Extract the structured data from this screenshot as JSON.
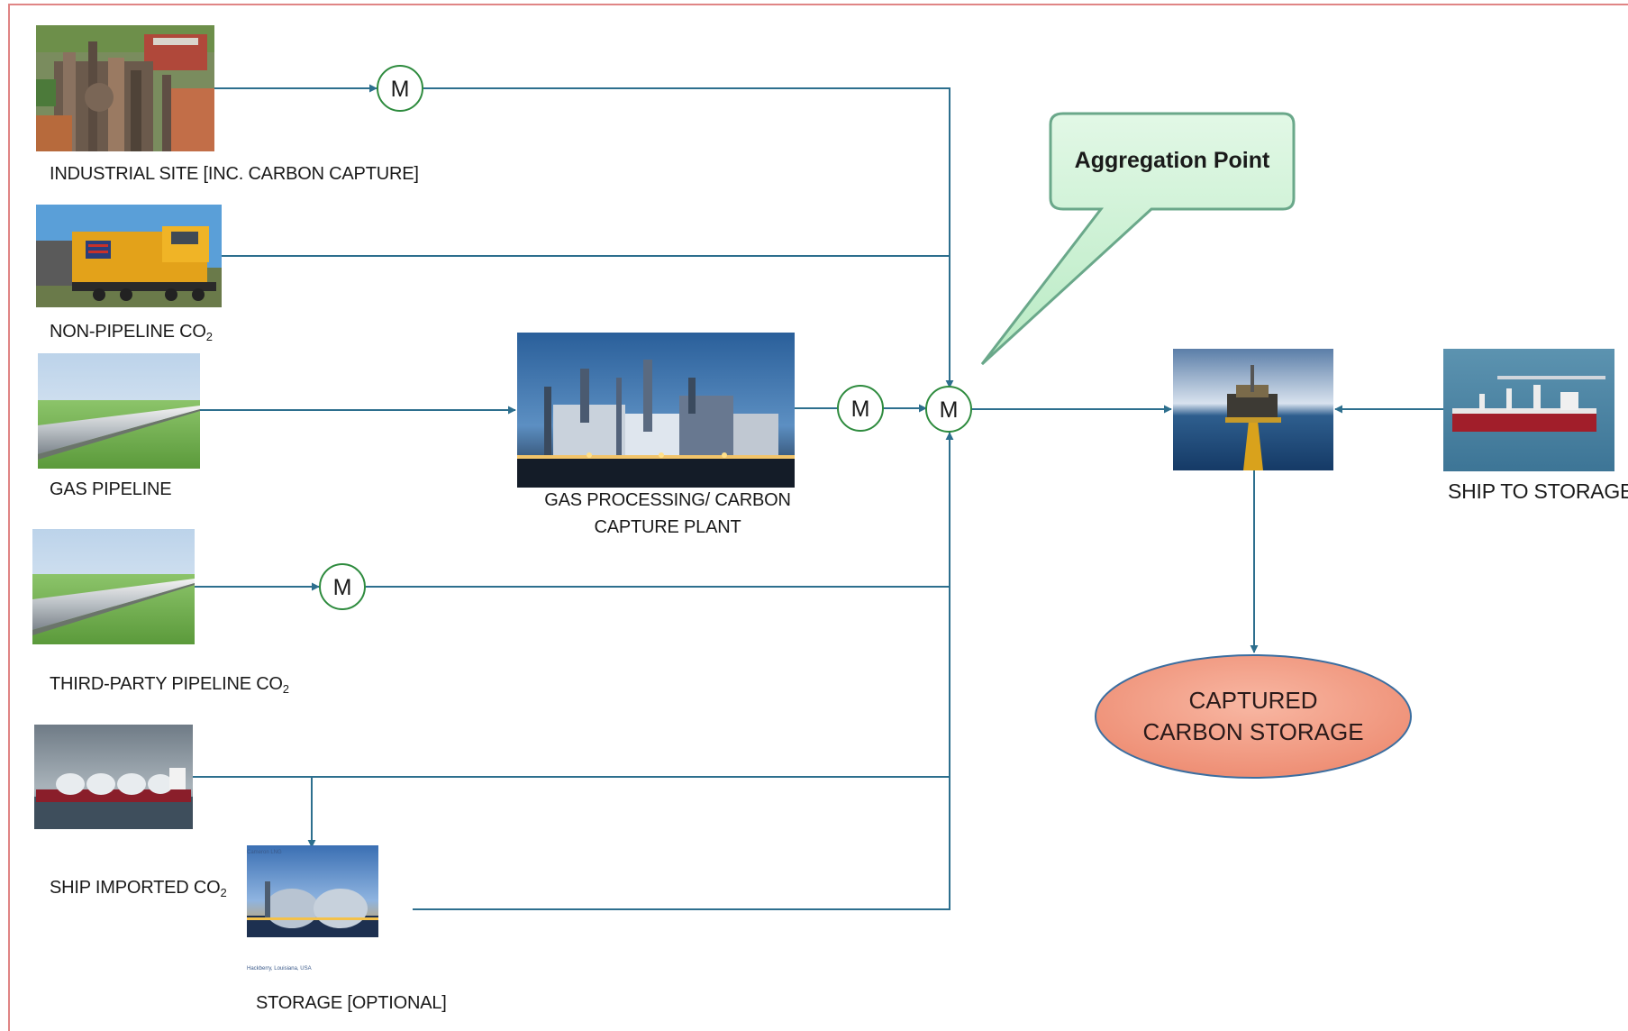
{
  "sources": [
    {
      "label": "INDUSTRIAL SITE [INC. CARBON CAPTURE]",
      "sub": "",
      "picture": "industrial-site-photo"
    },
    {
      "label": "NON-PIPELINE CO",
      "sub": "2",
      "picture": "locomotive-photo"
    },
    {
      "label": "GAS PIPELINE",
      "sub": "",
      "picture": "gas-pipeline-photo"
    },
    {
      "label": "THIRD-PARTY PIPELINE CO",
      "sub": "2",
      "picture": "pipeline-photo"
    },
    {
      "label": "SHIP IMPORTED CO",
      "sub": "2",
      "picture": "lng-ship-photo"
    }
  ],
  "processing_plant": {
    "line1": "GAS PROCESSING/ CARBON",
    "line2": "CAPTURE PLANT"
  },
  "storage_optional": {
    "label": "STORAGE [OPTIONAL]",
    "caption_top": "Cameron LNG",
    "caption_bottom": "Hackberry, Louisiana, USA"
  },
  "meter_label": "M",
  "callout": {
    "text": "Aggregation Point"
  },
  "ship_to_storage": {
    "label": "SHIP TO STORAGE"
  },
  "captured_storage": {
    "line1": "CAPTURED",
    "line2": "CARBON STORAGE"
  },
  "colors": {
    "line": "#2d6f8e",
    "meter_border": "#2e8b3e",
    "callout_fill": "#c9f0d1",
    "callout_border": "#6aa88a",
    "storage_fill": "#f4a68f",
    "storage_border": "#3b6ea0",
    "frame": "#e08585"
  }
}
